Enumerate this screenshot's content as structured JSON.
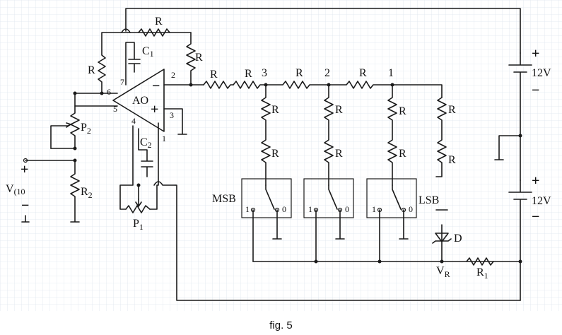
{
  "figure": {
    "caption": "fig. 5",
    "opamp_label": "AO",
    "resistor_label": "R",
    "capacitors": {
      "c1": "C",
      "c1_sub": "1",
      "c2": "C",
      "c2_sub": "2"
    },
    "pots": {
      "p1": "P",
      "p1_sub": "1",
      "p2": "P",
      "p2_sub": "2"
    },
    "r2": {
      "main": "R",
      "sub": "2"
    },
    "r1": {
      "main": "R",
      "sub": "1"
    },
    "vr": {
      "main": "V",
      "sub": "R"
    },
    "vin": {
      "main": "V",
      "sub": "(10"
    },
    "diode": "D",
    "msb": "MSB",
    "lsb": "LSB",
    "supply_voltage": "12V",
    "plus": "+",
    "minus": "−",
    "pin_numbers": [
      "2",
      "3",
      "4",
      "5",
      "6",
      "7",
      "1"
    ],
    "node_numbers": [
      "3",
      "2",
      "1"
    ],
    "switch_pos_1": "1",
    "switch_pos_0": "0"
  }
}
